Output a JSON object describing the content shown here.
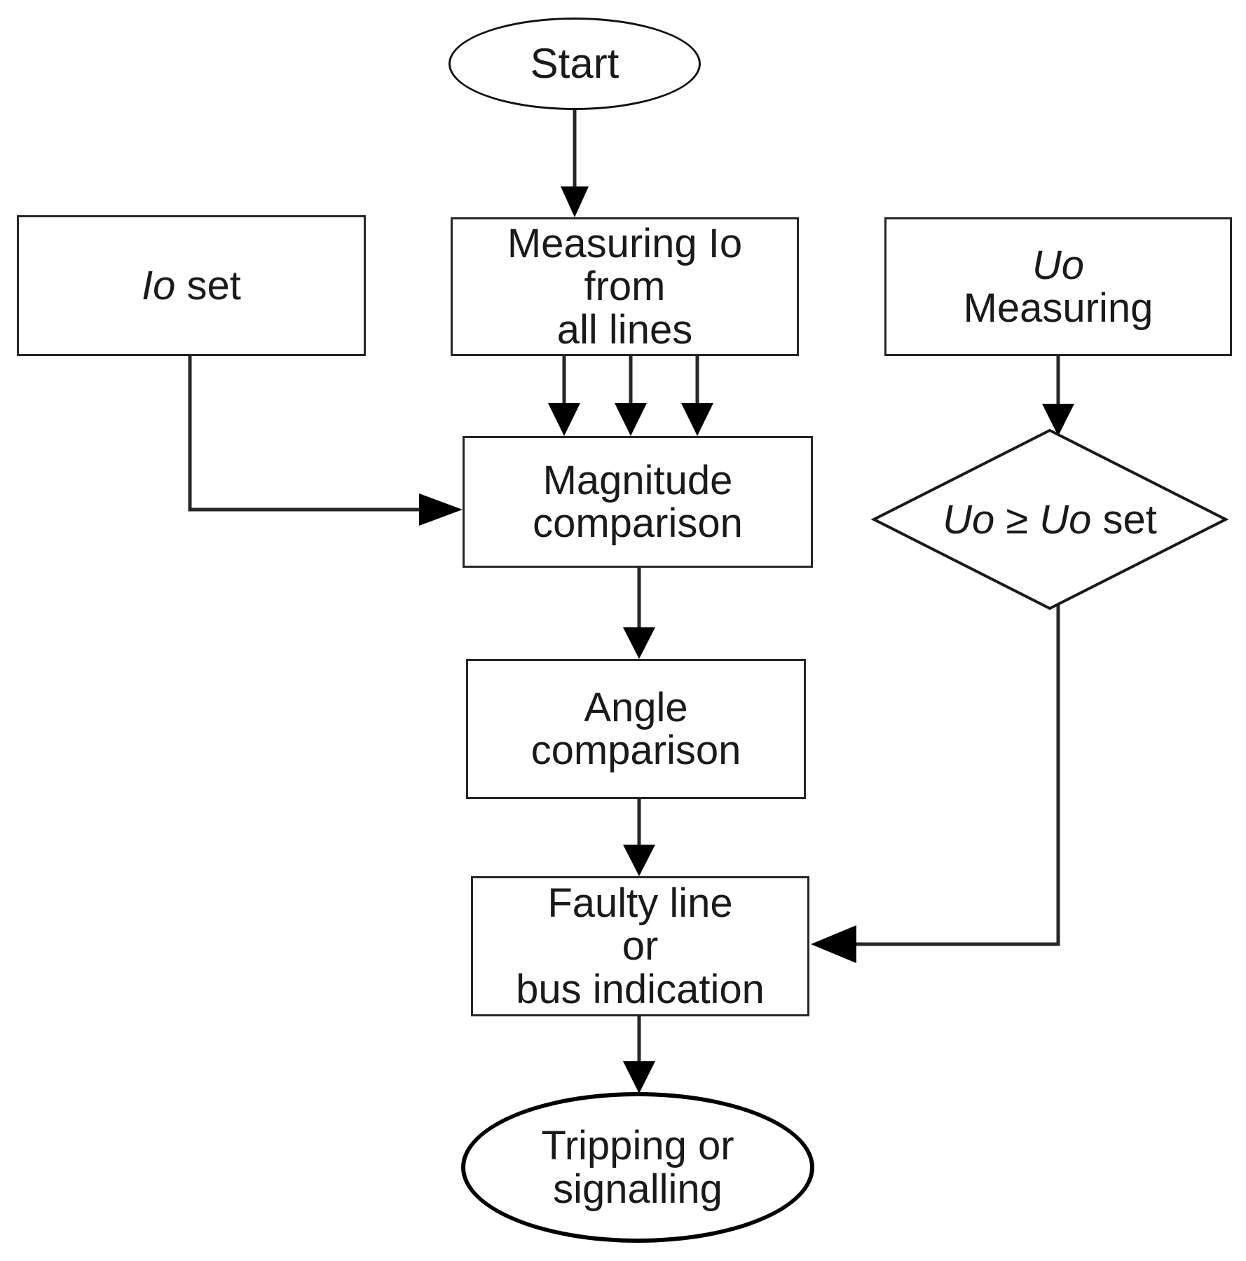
{
  "diagram": {
    "title": "Earth fault protection logic flowchart",
    "colors": {
      "stroke": "#262626",
      "text": "#1a1a1a",
      "background": "#ffffff",
      "arrow_fill": "#000000"
    },
    "nodes": {
      "start": {
        "label": "Start",
        "shape": "ellipse"
      },
      "io_set": {
        "label_italic": "Io",
        "label_roman": " set",
        "shape": "rectangle"
      },
      "measuring_io": {
        "label": "Measuring Io\nfrom\nall lines",
        "shape": "rectangle"
      },
      "uo_measuring": {
        "label_italic": "Uo",
        "label_roman": "Measuring",
        "shape": "rectangle"
      },
      "magnitude_comparison": {
        "label": "Magnitude\ncomparison",
        "shape": "rectangle"
      },
      "uo_decision": {
        "label_part1": "Uo",
        "label_op": " ≥ ",
        "label_part2": "Uo",
        "label_part3": " set",
        "shape": "diamond"
      },
      "angle_comparison": {
        "label": "Angle\ncomparison",
        "shape": "rectangle"
      },
      "faulty_line": {
        "label": "Faulty line\nor\nbus indication",
        "shape": "rectangle"
      },
      "tripping": {
        "label": "Tripping or\nsignalling",
        "shape": "ellipse"
      }
    },
    "edges": [
      {
        "from": "start",
        "to": "measuring_io",
        "label": ""
      },
      {
        "from": "measuring_io",
        "to": "magnitude_comparison",
        "label": ""
      },
      {
        "from": "measuring_io",
        "to": "magnitude_comparison",
        "label": ""
      },
      {
        "from": "measuring_io",
        "to": "magnitude_comparison",
        "label": ""
      },
      {
        "from": "io_set",
        "to": "magnitude_comparison",
        "label": ""
      },
      {
        "from": "magnitude_comparison",
        "to": "angle_comparison",
        "label": ""
      },
      {
        "from": "angle_comparison",
        "to": "faulty_line",
        "label": ""
      },
      {
        "from": "uo_measuring",
        "to": "uo_decision",
        "label": ""
      },
      {
        "from": "uo_decision",
        "to": "faulty_line",
        "label": ""
      },
      {
        "from": "faulty_line",
        "to": "tripping",
        "label": ""
      }
    ]
  }
}
